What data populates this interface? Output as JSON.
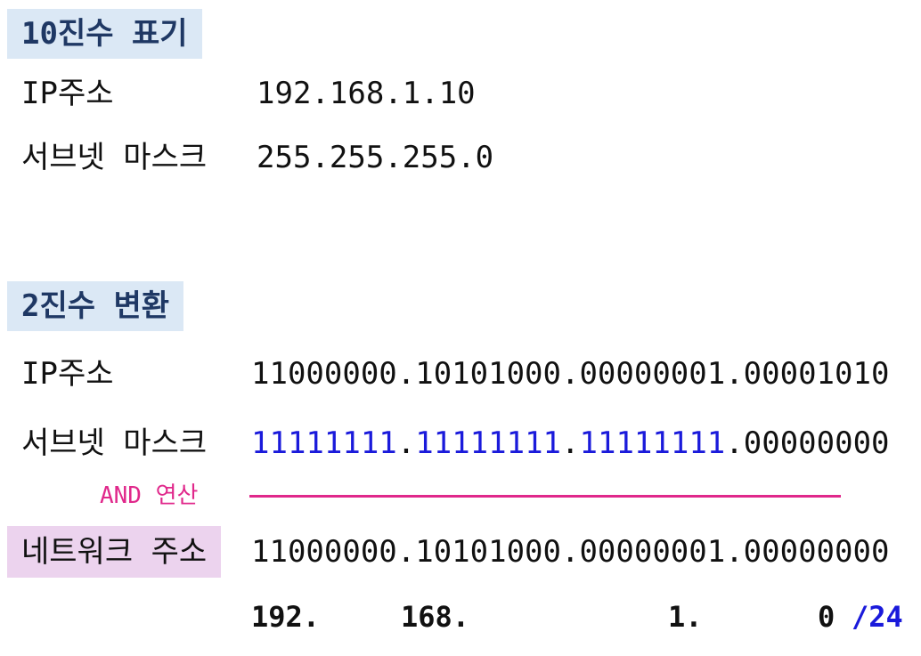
{
  "decimal_section": {
    "heading": "10진수 표기",
    "ip_label": "IP주소",
    "ip_value": "192.168.1.10",
    "mask_label": "서브넷 마스크",
    "mask_value": "255.255.255.0"
  },
  "binary_section": {
    "heading": "2진수 변환",
    "ip_label": "IP주소",
    "ip_binary": "11000000.10101000.00000001.00001010",
    "mask_label": "서브넷 마스크",
    "mask_octets": [
      "11111111",
      "11111111",
      "11111111",
      "00000000"
    ],
    "separator": ".",
    "operation_label": "AND 연산",
    "network_label": "네트워크 주소",
    "network_binary": "11000000.10101000.00000001.00000000"
  },
  "network_decimal": {
    "octet1": "192.",
    "octet2": "168.",
    "octet3": "1.",
    "octet4": "0",
    "prefix": "/24"
  },
  "colors": {
    "heading_bg": "#dbe8f5",
    "heading_text": "#1f3864",
    "mask_ones": "#1a1adb",
    "and_operation": "#e0288b",
    "network_bg": "#ecd3ee"
  }
}
